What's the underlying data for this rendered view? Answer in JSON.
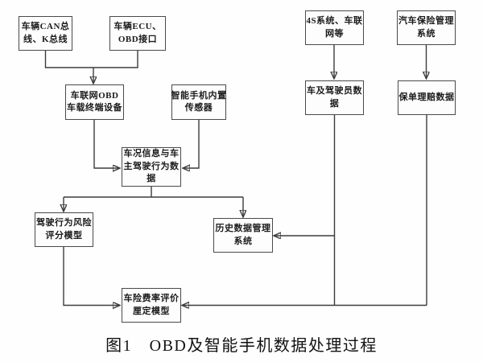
{
  "figure": {
    "caption": "图1　OBD及智能手机数据处理过程"
  },
  "nodes": {
    "can_bus": "车辆CAN总\n线、K总线",
    "ecu_obd": "车辆ECU、\nOBD接口",
    "sys_4s": "4S系统、车联\n网等",
    "insurance_mgmt": "汽车保险管理\n系统",
    "obd_terminal": "车联网OBD\n车载终端设备",
    "smartphone_sensor": "智能手机内置\n传感器",
    "vehicle_driver_data": "车及驾驶员数\n据",
    "policy_claims_data": "保单理赔数据",
    "condition_behavior_data": "车况信息与车\n主驾驶行为数\n据",
    "risk_score_model": "驾驶行为风险\n评分模型",
    "history_data_system": "历史数据管理\n系统",
    "rate_model": "车险费率评价\n厘定模型"
  }
}
